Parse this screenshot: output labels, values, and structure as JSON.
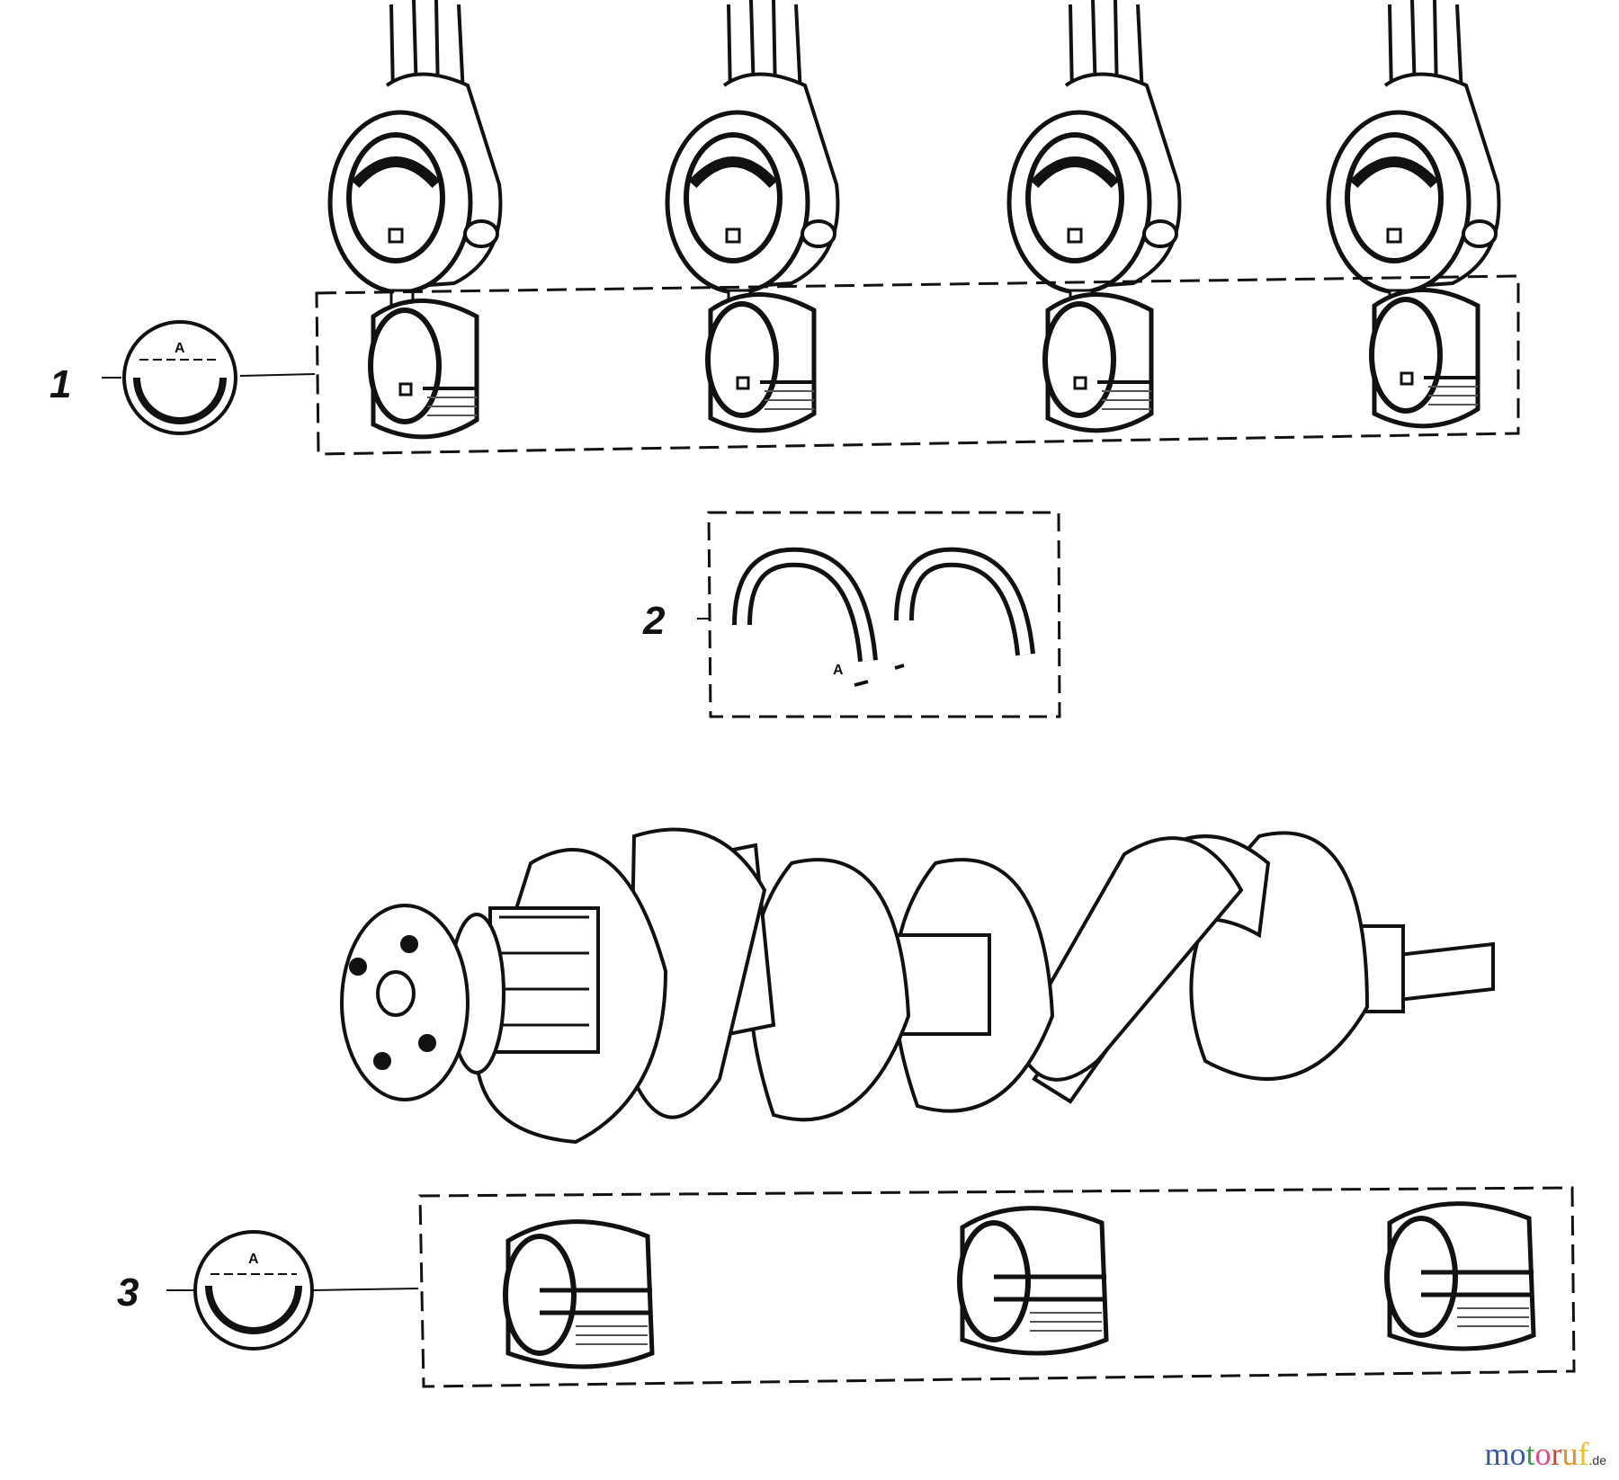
{
  "diagram": {
    "callouts": [
      {
        "number": "1",
        "group": "connecting-rod-bearings",
        "dimension_label": "A"
      },
      {
        "number": "2",
        "group": "thrust-washers",
        "dimension_label": "A"
      },
      {
        "number": "3",
        "group": "main-bearings",
        "dimension_label": "A"
      }
    ]
  },
  "watermark": {
    "letters": [
      "m",
      "o",
      "t",
      "o",
      "r",
      "u",
      "f"
    ],
    "letter_colors": [
      "#3a5aa8",
      "#3a5aa8",
      "#3aa04a",
      "#e04a8a",
      "#d8402a",
      "#e8901a",
      "#e8c020"
    ],
    "tld": ".de"
  }
}
